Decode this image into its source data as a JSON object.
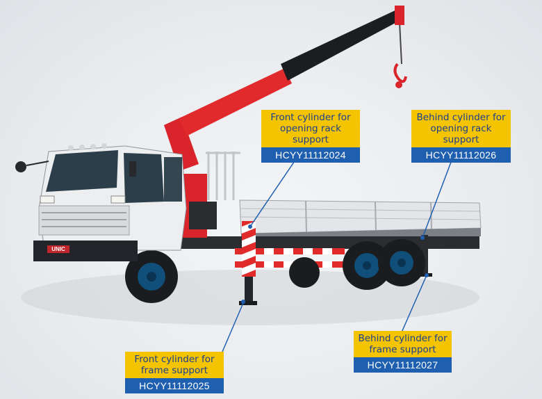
{
  "grille_brand": "UNIC",
  "callouts": [
    {
      "title": "Front cylinder for opening rack support",
      "code": "HCYY11112024"
    },
    {
      "title": "Behind cylinder for opening rack support",
      "code": "HCYY11112026"
    },
    {
      "title": "Front cylinder for frame support",
      "code": "HCYY11112025"
    },
    {
      "title": "Behind cylinder for frame support",
      "code": "HCYY11112027"
    }
  ],
  "colors": {
    "label_bg": "#f5c400",
    "code_bg": "#1f5fb0",
    "crane": "#d8242a",
    "truck_body": "#e6e7e9"
  }
}
